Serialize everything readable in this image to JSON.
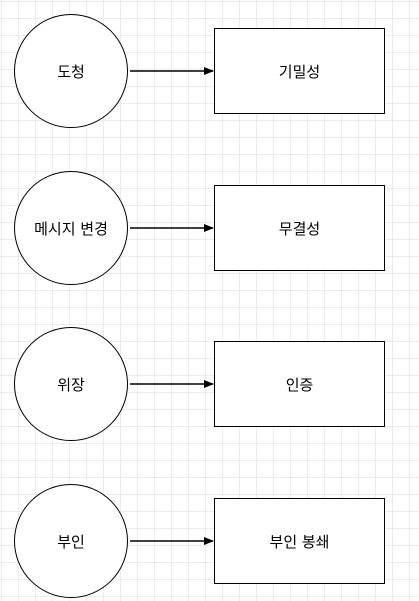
{
  "diagram": {
    "rows": [
      {
        "threat": "도청",
        "property": "기밀성"
      },
      {
        "threat": "메시지 변경",
        "property": "무결성"
      },
      {
        "threat": "위장",
        "property": "인증"
      },
      {
        "threat": "부인",
        "property": "부인 봉쇄"
      }
    ]
  }
}
